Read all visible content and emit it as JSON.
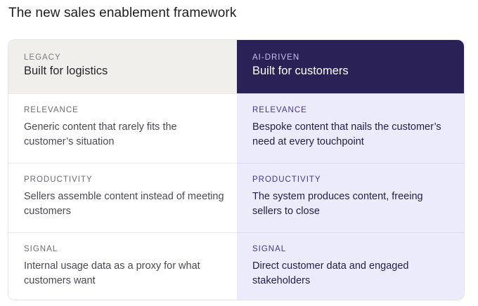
{
  "page": {
    "title": "The new sales enablement framework"
  },
  "columns": {
    "legacy": {
      "eyebrow": "LEGACY",
      "heading": "Built for logistics",
      "background": "#f0efec"
    },
    "ai": {
      "eyebrow": "AI-DRIVEN",
      "heading": "Built for customers",
      "background": "#2a2257"
    }
  },
  "rows": [
    {
      "label": "RELEVANCE",
      "legacy": "Generic content that rarely fits the customer’s situation",
      "ai": "Bespoke content that nails the customer’s need at every touchpoint"
    },
    {
      "label": "PRODUCTIVITY",
      "legacy": "Sellers assemble content instead of meeting customers",
      "ai": "The system produces content, freeing sellers to close"
    },
    {
      "label": "SIGNAL",
      "legacy": "Internal usage data as a proxy for what customers want",
      "ai": "Direct customer data and engaged stakeholders"
    }
  ],
  "colors": {
    "ai_accent": "#3f369a",
    "ai_cell_background": "#ecebfb"
  }
}
